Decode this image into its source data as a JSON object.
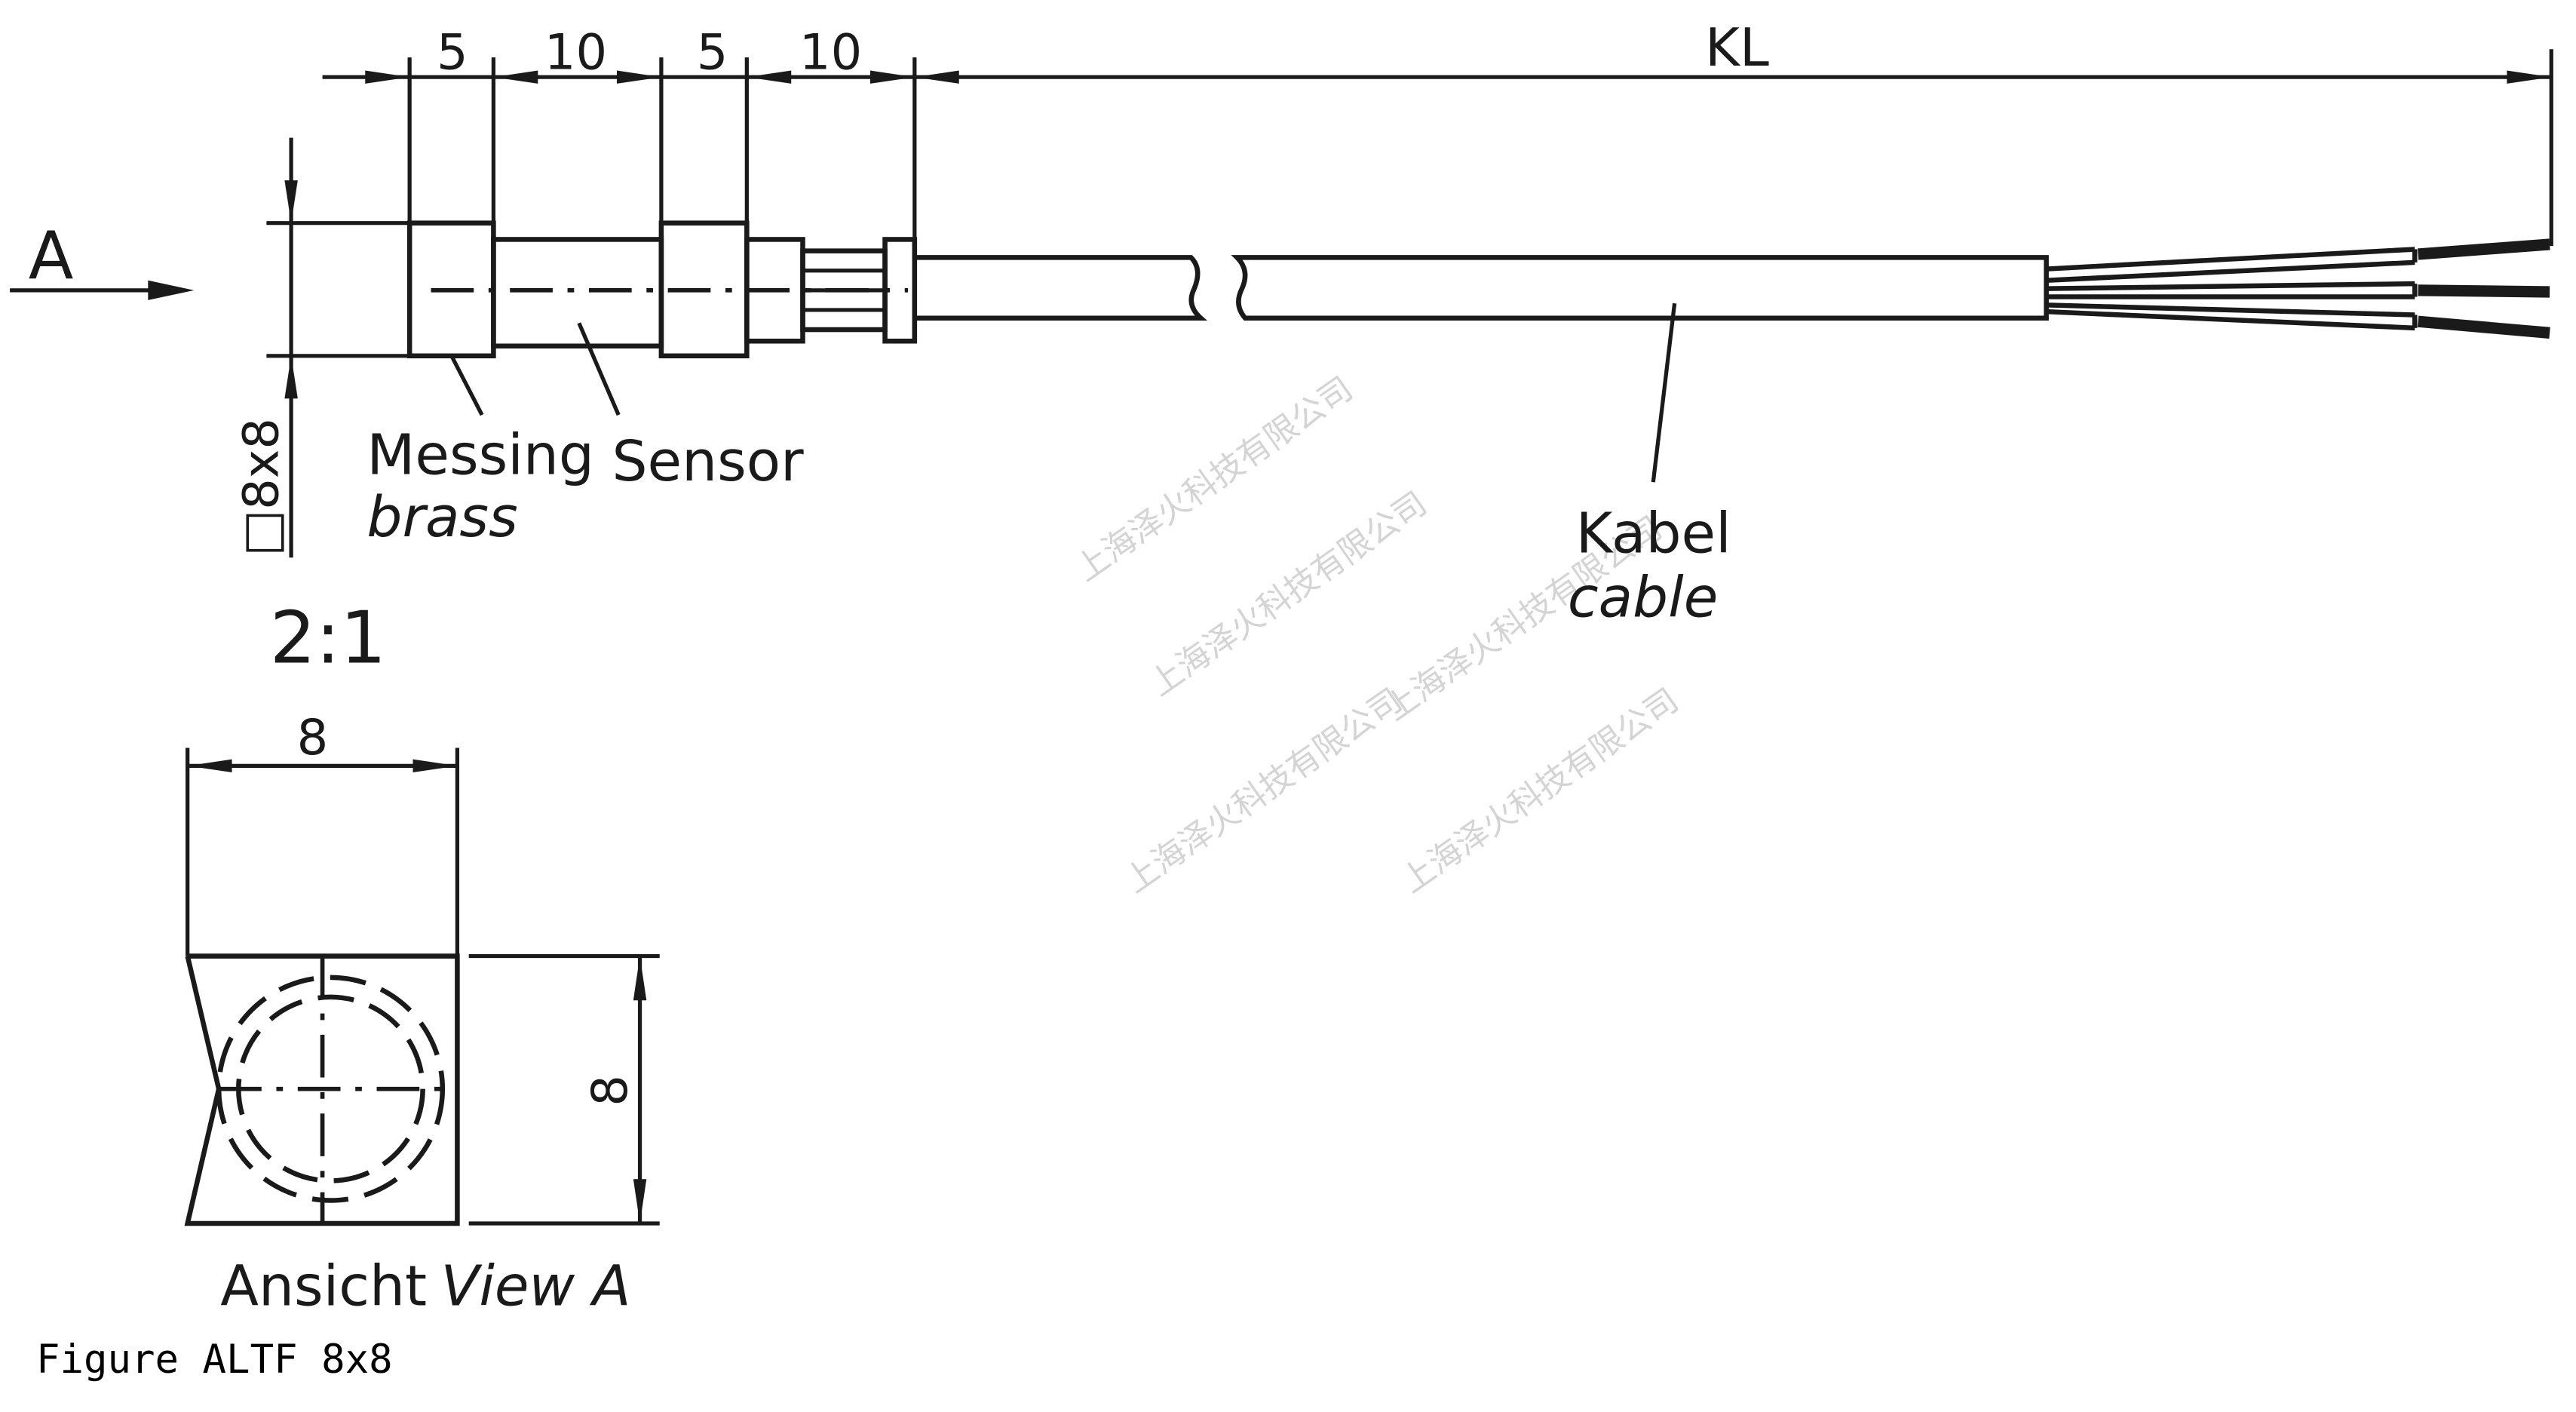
{
  "dimensions": {
    "seg1": "5",
    "seg2": "10",
    "seg3": "5",
    "seg4": "10",
    "cable_length": "KL",
    "cross_section": "□8x8",
    "view_width": "8",
    "view_height": "8"
  },
  "labels": {
    "view_arrow": "A",
    "brass_de": "Messing",
    "brass_en": "brass",
    "sensor": "Sensor",
    "cable_de": "Kabel",
    "cable_en": "cable",
    "scale": "2:1",
    "view_de": "Ansicht",
    "view_en": "View A"
  },
  "watermark": "上海泽火科技有限公司",
  "caption": "Figure ALTF 8x8"
}
